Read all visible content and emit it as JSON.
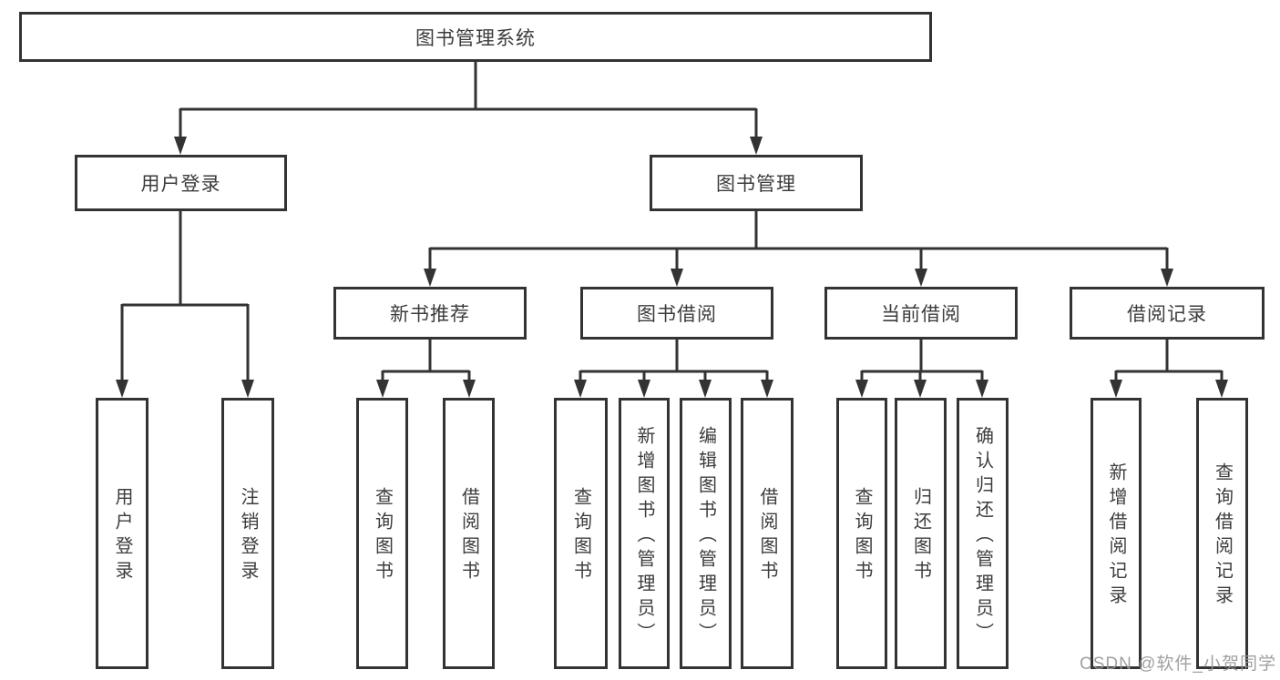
{
  "diagram_title": "图书管理系统",
  "tree": {
    "label": "图书管理系统",
    "children": [
      {
        "label": "用户登录",
        "children": [
          {
            "label": "用户登录"
          },
          {
            "label": "注销登录"
          }
        ]
      },
      {
        "label": "图书管理",
        "children": [
          {
            "label": "新书推荐",
            "children": [
              {
                "label": "查询图书"
              },
              {
                "label": "借阅图书"
              }
            ]
          },
          {
            "label": "图书借阅",
            "children": [
              {
                "label": "查询图书"
              },
              {
                "label": "新增图书（管理员）"
              },
              {
                "label": "编辑图书（管理员）"
              },
              {
                "label": "借阅图书"
              }
            ]
          },
          {
            "label": "当前借阅",
            "children": [
              {
                "label": "查询图书"
              },
              {
                "label": "归还图书"
              },
              {
                "label": "确认归还（管理员）"
              }
            ]
          },
          {
            "label": "借阅记录",
            "children": [
              {
                "label": "新增借阅记录"
              },
              {
                "label": "查询借阅记录"
              }
            ]
          }
        ]
      }
    ]
  },
  "watermark": {
    "text": "CSDN @软件_小贺同学"
  },
  "colors": {
    "line": "#333333",
    "text": "#3c3c3c",
    "background": "#ffffff",
    "watermark": "#969696"
  }
}
